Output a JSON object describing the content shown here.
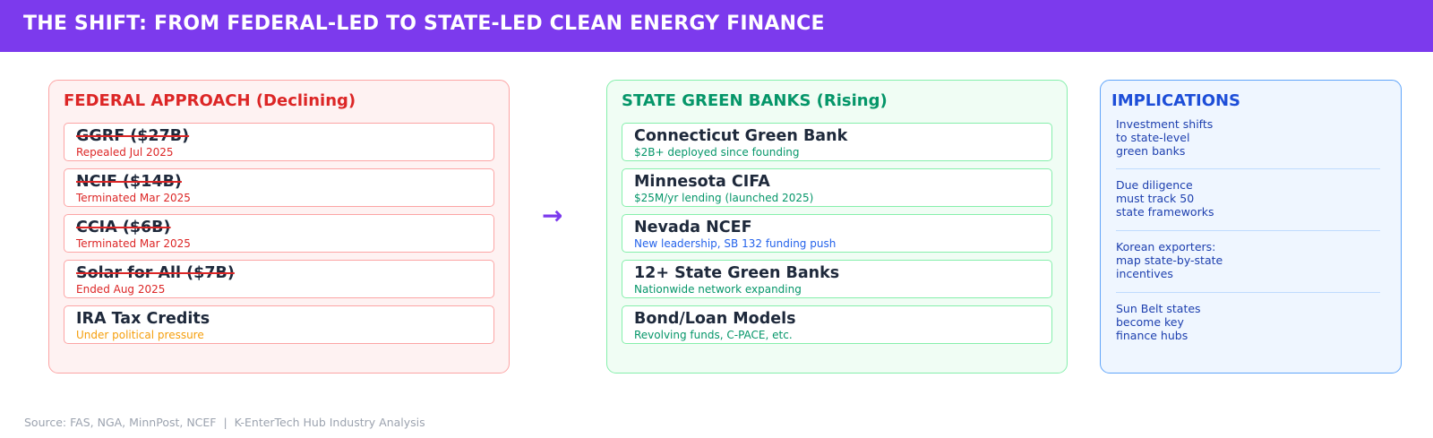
{
  "header": {
    "title": "THE SHIFT: FROM FEDERAL-LED TO STATE-LED CLEAN ENERGY FINANCE",
    "background_color": "#7c3aed"
  },
  "federal": {
    "title": "FEDERAL APPROACH (Declining)",
    "accent_color": "#dc2626",
    "items": [
      {
        "title": "GGRF ($27B)",
        "subtitle": "Repealed Jul 2025",
        "struck": true,
        "subtitle_color": "#dc2626"
      },
      {
        "title": "NCIF ($14B)",
        "subtitle": "Terminated Mar 2025",
        "struck": true,
        "subtitle_color": "#dc2626"
      },
      {
        "title": "CCIA ($6B)",
        "subtitle": "Terminated Mar 2025",
        "struck": true,
        "subtitle_color": "#dc2626"
      },
      {
        "title": "Solar for All ($7B)",
        "subtitle": "Ended Aug 2025",
        "struck": true,
        "subtitle_color": "#dc2626"
      },
      {
        "title": "IRA Tax Credits",
        "subtitle": "Under political pressure",
        "struck": false,
        "subtitle_color": "#f59e0b"
      }
    ]
  },
  "transition": {
    "icon": "right-arrow-icon",
    "glyph": "→",
    "color": "#7c3aed"
  },
  "state": {
    "title": "STATE GREEN BANKS (Rising)",
    "accent_color": "#059669",
    "items": [
      {
        "title": "Connecticut Green Bank",
        "subtitle": "$2B+ deployed since founding",
        "subtitle_color": "#059669"
      },
      {
        "title": "Minnesota CIFA",
        "subtitle": "$25M/yr lending (launched 2025)",
        "subtitle_color": "#059669"
      },
      {
        "title": "Nevada NCEF",
        "subtitle": "New leadership, SB 132 funding push",
        "subtitle_color": "#2563eb"
      },
      {
        "title": "12+ State Green Banks",
        "subtitle": "Nationwide network expanding",
        "subtitle_color": "#059669"
      },
      {
        "title": "Bond/Loan Models",
        "subtitle": "Revolving funds, C-PACE, etc.",
        "subtitle_color": "#059669"
      }
    ]
  },
  "implications": {
    "title": "IMPLICATIONS",
    "accent_color": "#1d4ed8",
    "items": [
      {
        "lines": [
          "Investment shifts",
          "to state-level",
          "green banks"
        ]
      },
      {
        "lines": [
          "Due diligence",
          "must track 50",
          "state frameworks"
        ]
      },
      {
        "lines": [
          "Korean exporters:",
          "map state-by-state",
          "incentives"
        ]
      },
      {
        "lines": [
          "Sun Belt states",
          "become key",
          "finance hubs"
        ]
      }
    ]
  },
  "footer": {
    "source": "Source: FAS, NGA, MinnPost, NCEF  |  K-EnterTech Hub Industry Analysis"
  }
}
